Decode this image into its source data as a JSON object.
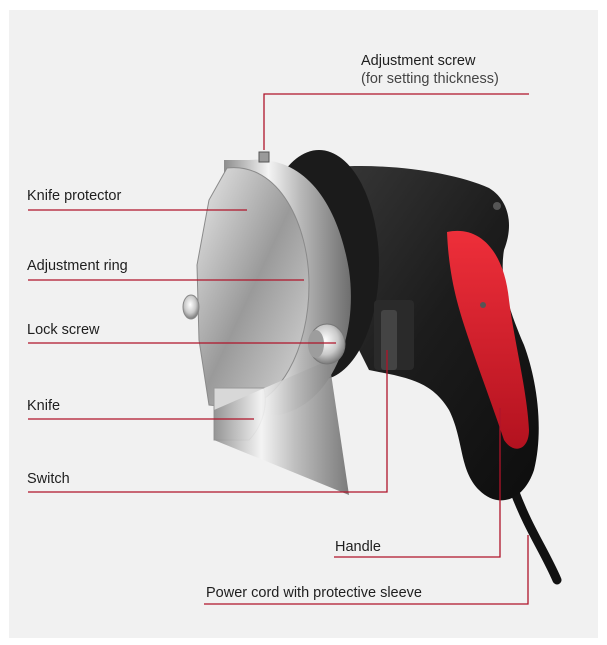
{
  "callouts": {
    "adjustment_screw": "Adjustment screw",
    "adjustment_screw_note": "(for setting thickness)",
    "knife_protector": "Knife protector",
    "adjustment_ring": "Adjustment ring",
    "lock_screw": "Lock screw",
    "knife": "Knife",
    "switch": "Switch",
    "handle": "Handle",
    "power_cord": "Power cord with protective sleeve"
  },
  "colors": {
    "leader_line": "#b0142a",
    "background": "#f1f1f1",
    "handle_body": "#1f1f1f",
    "handle_accent": "#d81e2c"
  }
}
